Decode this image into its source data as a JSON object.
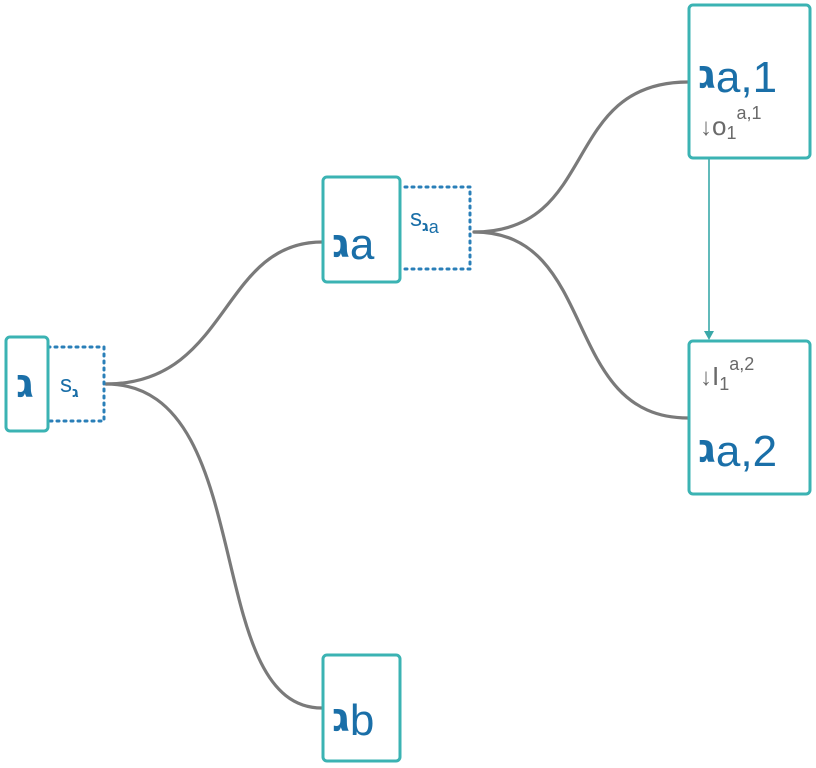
{
  "symbol": "ג",
  "nodes": {
    "root": {
      "sub": ""
    },
    "a": {
      "sub": "a"
    },
    "b": {
      "sub": "b"
    },
    "a1": {
      "sub": "a,1",
      "annotation": {
        "arrow": "↓",
        "base": "o",
        "index": "1",
        "sup": "a,1"
      }
    },
    "a2": {
      "sub": "a,2",
      "annotation": {
        "arrow": "↓",
        "base": "I",
        "index": "1",
        "sup": "a,2"
      }
    }
  },
  "slots": {
    "root": {
      "letter": "s",
      "symbol": "ג",
      "sub": ""
    },
    "a": {
      "letter": "s",
      "symbol": "ג",
      "sub": "a"
    }
  },
  "colors": {
    "node_border": "#3bb3b3",
    "slot_border": "#2a7fb8",
    "text": "#1a6fa8",
    "edge": "#7a7a7a",
    "annotation": "#6a6a6a",
    "arrow": "#3aa8a8"
  }
}
